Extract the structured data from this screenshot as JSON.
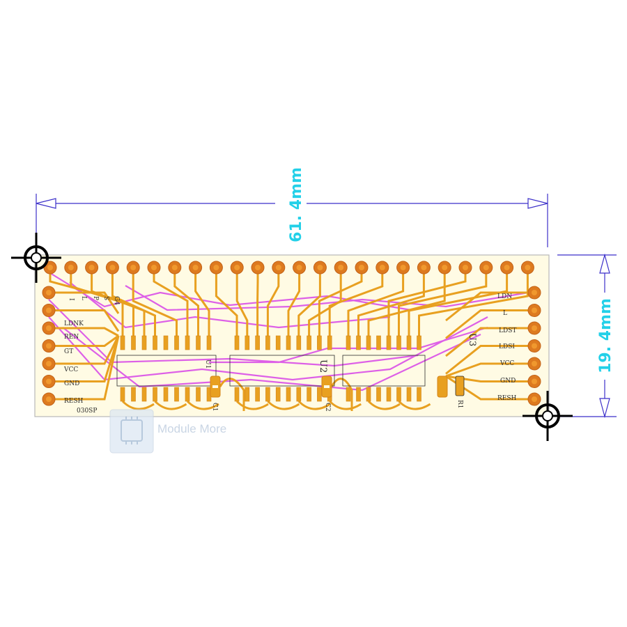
{
  "colors": {
    "board": "#fffbe4",
    "board_edge": "#b8b8b8",
    "copper": "#e8a020",
    "copper_dark": "#d4841a",
    "trace_pink": "#d846e8",
    "pad_outer": "#dd7a1f",
    "pad_inner": "#f0982e",
    "dimension_line": "#3b2fc9",
    "dimension_text": "#23d0e8",
    "silkscreen": "#2b2b2b",
    "registration": "#000000",
    "watermark": "#b8c8dc"
  },
  "dimensions": {
    "width_label": "61. 4mm",
    "height_label": "19. 4mm"
  },
  "silkscreen": {
    "top_left": [
      "I",
      "L",
      "P",
      "S",
      "G4"
    ],
    "left_labels": [
      "LDNK",
      "REN",
      "GT",
      "VCC",
      "GND",
      "RESH"
    ],
    "right_labels": [
      "LDN",
      "L",
      "LDST",
      "LDSI",
      "VCC",
      "GND",
      "RESH"
    ],
    "ic_u1": "U1",
    "ic_u2": "U2",
    "ic_u3": "U3",
    "cap_c1": "C1",
    "cap_c2": "C2",
    "res_r1": "R1",
    "board_code": "030SP"
  },
  "watermark": {
    "text": "Module More",
    "icon": "chip-icon"
  }
}
